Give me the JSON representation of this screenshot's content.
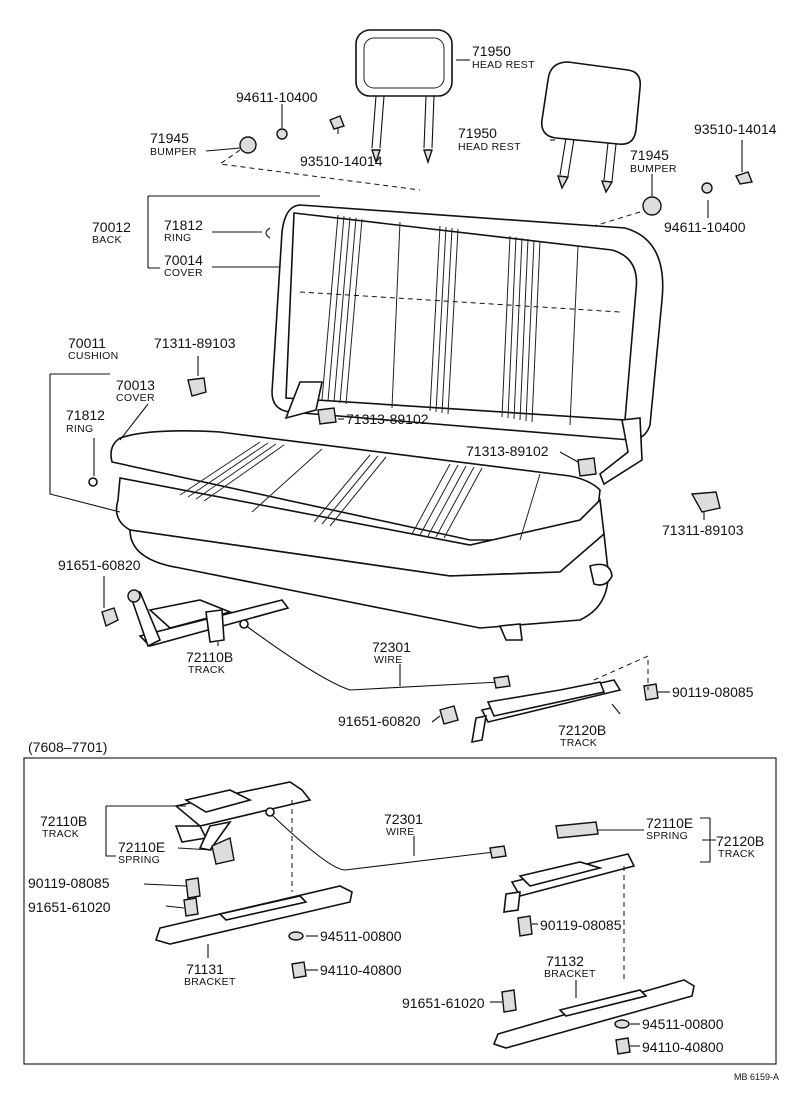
{
  "diagram_code": "MB 6159-A",
  "inset_caption": "(7608–7701)",
  "labels": {
    "l71950a_num": "71950",
    "l71950a_name": "HEAD REST",
    "l71950b_num": "71950",
    "l71950b_name": "HEAD REST",
    "l94611a": "94611-10400",
    "l94611b": "94611-10400",
    "l93510a": "93510-14014",
    "l93510b": "93510-14014",
    "l71945a_num": "71945",
    "l71945a_name": "BUMPER",
    "l71945b_num": "71945",
    "l71945b_name": "BUMPER",
    "l70012_num": "70012",
    "l70012_name": "BACK",
    "l71812a_num": "71812",
    "l71812a_name": "RING",
    "l70014_num": "70014",
    "l70014_name": "COVER",
    "l70011_num": "70011",
    "l70011_name": "CUSHION",
    "l71311a": "71311-89103",
    "l71311b": "71311-89103",
    "l70013_num": "70013",
    "l70013_name": "COVER",
    "l71813_a": "71313-89102",
    "l71813_b": "71313-89102",
    "l71812b_num": "71812",
    "l71812b_name": "RING",
    "l91651a": "91651-60820",
    "l91651b": "91651-60820",
    "l72301a_num": "72301",
    "l72301a_name": "WIRE",
    "l72110Ba_num": "72110B",
    "l72110Ba_name": "TRACK",
    "l90119a": "90119-08085",
    "l72120Ba_num": "72120B",
    "l72120Ba_name": "TRACK",
    "i72110B_num": "72110B",
    "i72110B_name": "TRACK",
    "i72110Ea_num": "72110E",
    "i72110Ea_name": "SPRING",
    "i90119a": "90119-08085",
    "i91651a": "91651-61020",
    "i72301_num": "72301",
    "i72301_name": "WIRE",
    "i72110Eb_num": "72110E",
    "i72110Eb_name": "SPRING",
    "i72120B_num": "72120B",
    "i72120B_name": "TRACK",
    "i90119b": "90119-08085",
    "i94511a": "94511-00800",
    "i94110a": "94110-40800",
    "i71131_num": "71131",
    "i71131_name": "BRACKET",
    "i71132_num": "71132",
    "i71132_name": "BRACKET",
    "i91651b": "91651-61020",
    "i94511b": "94511-00800",
    "i94110b": "94110-40800"
  }
}
